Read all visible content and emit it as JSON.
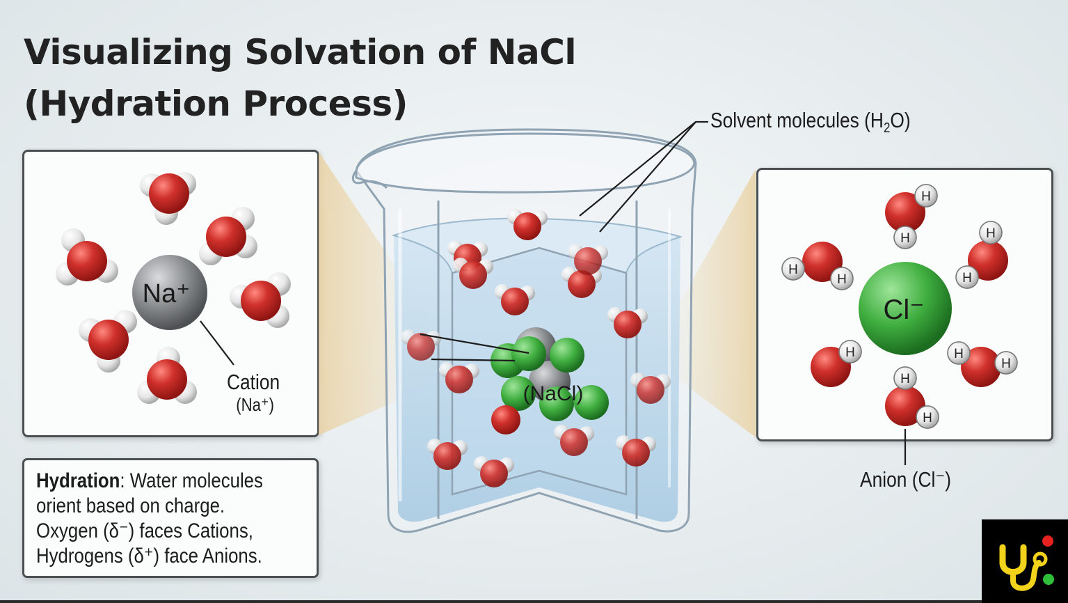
{
  "title": {
    "line1": "Visualizing Solvation of NaCl",
    "line2": "(Hydration Process)"
  },
  "labels": {
    "solvent_prefix": "Solvent molecules (H",
    "solvent_sub": "2",
    "solvent_suffix": "O)",
    "cation_line1": "Cation",
    "cation_line2": "(Na⁺)",
    "anion": "Anion (Cl⁻)",
    "crystal": "(NaCl)",
    "sodium_ion": "Na⁺",
    "chloride_ion": "Cl⁻",
    "hydrogen": "H"
  },
  "note": {
    "term": "Hydration",
    "line1_rest": ": Water molecules",
    "line2": "orient based on charge.",
    "line3": "Oxygen (δ⁻) faces Cations,",
    "line4": "Hydrogens (δ⁺) face Anions."
  },
  "colors": {
    "oxygen": "#d0302b",
    "hydrogen": "#e8e8e8",
    "sodium": "#8a8d90",
    "chloride": "#3fae3f",
    "water": "#bcd8ec",
    "panel_border": "#4a4f52",
    "logo_yellow": "#f2d21b",
    "logo_red": "#e8231f",
    "logo_green": "#2fbf3a"
  },
  "icons": {
    "logo": "stethoscope-logo-icon"
  }
}
